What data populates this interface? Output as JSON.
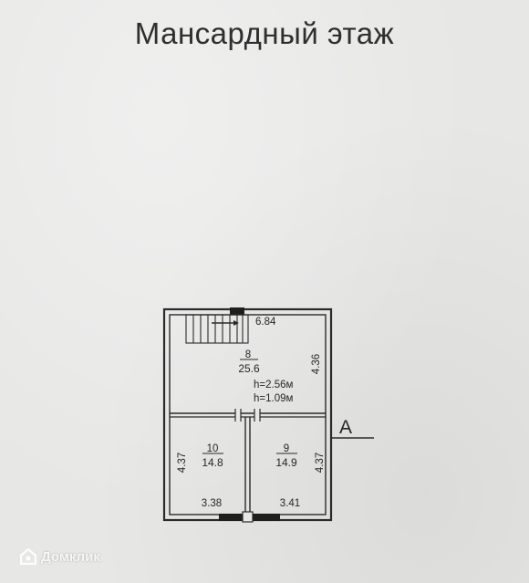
{
  "title": "Мансардный этаж",
  "section_marker": "А",
  "rooms": [
    {
      "number": "8",
      "area": "25.6",
      "heights": [
        "h=2.56м",
        "h=1.09м"
      ]
    },
    {
      "number": "10",
      "area": "14.8"
    },
    {
      "number": "9",
      "area": "14.9"
    }
  ],
  "dimensions": {
    "top_width": "6.84",
    "right_upper": "4.36",
    "left_lower": "4.37",
    "right_lower": "4.37",
    "bottom_left": "3.38",
    "bottom_right": "3.41"
  },
  "watermark": {
    "text": "Домклик",
    "icon": "house-logo-icon"
  }
}
